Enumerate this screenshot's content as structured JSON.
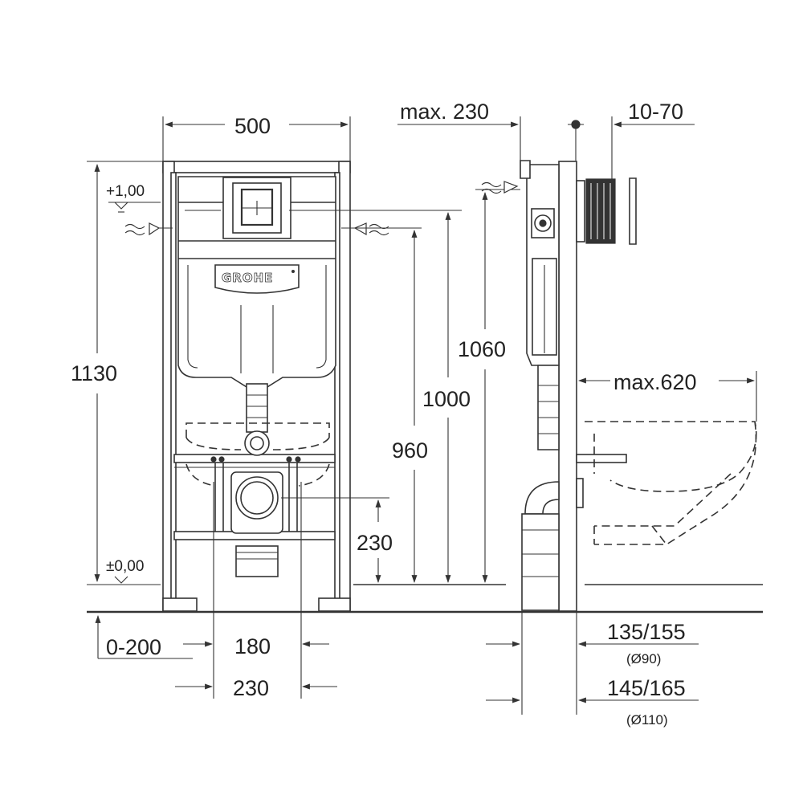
{
  "front_view": {
    "width_label": "500",
    "height_label": "1130",
    "level_top_label": "+1,00",
    "level_zero_label": "±0,00",
    "brand_label": "GROHE",
    "drain_height_label": "230",
    "inlet_height_label": "960",
    "mid_height_label": "1000",
    "top_height_label": "1060",
    "adjust_label": "0-200",
    "bolt_spacing_label": "180",
    "outlet_spacing_label": "230"
  },
  "side_view": {
    "depth_top_label": "max. 230",
    "wall_range_label": "10-70",
    "bowl_projection_label": "max.620",
    "pipe_90_label": "135/155",
    "pipe_90_sub": "(Ø90)",
    "pipe_110_label": "145/165",
    "pipe_110_sub": "(Ø110)"
  }
}
